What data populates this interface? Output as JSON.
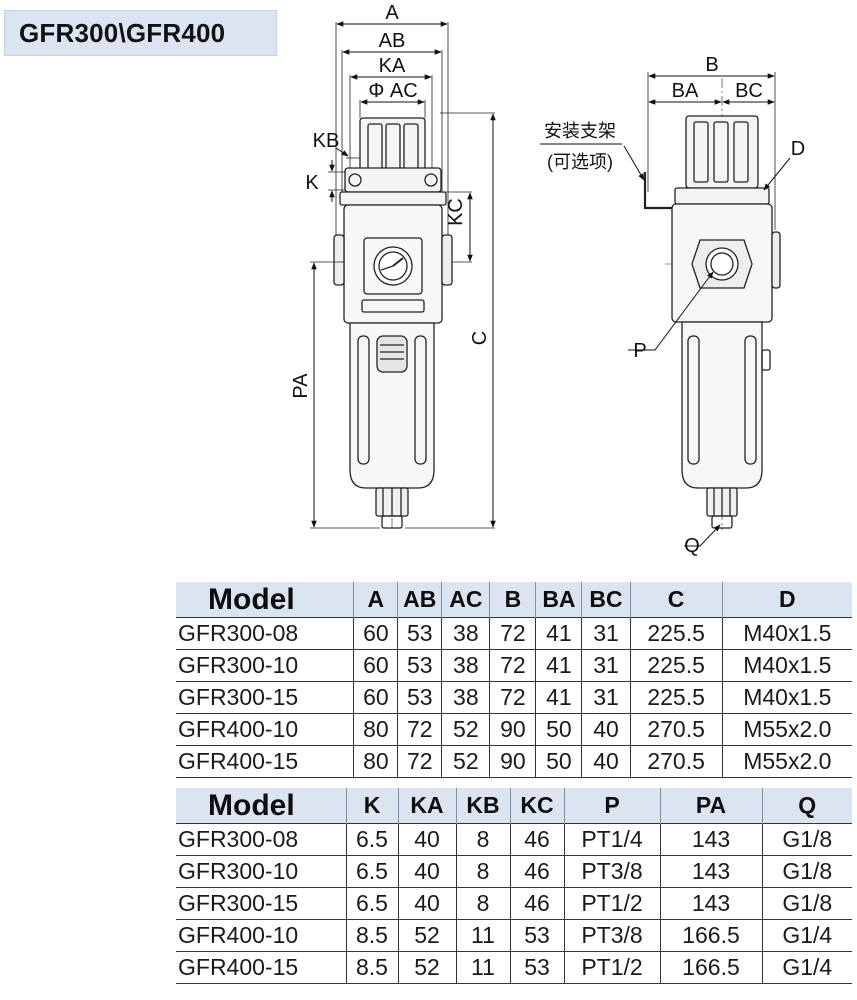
{
  "title": "GFR300\\GFR400",
  "diagram": {
    "front_labels": [
      "A",
      "AB",
      "KA",
      "Φ AC",
      "KB",
      "K",
      "KC",
      "C",
      "PA"
    ],
    "side_labels": [
      "B",
      "BA",
      "BC",
      "D",
      "P",
      "Q"
    ],
    "bracket_note_line1": "安装支架",
    "bracket_note_line2": "(可选项)"
  },
  "table1": {
    "headers": [
      "Model",
      "A",
      "AB",
      "AC",
      "B",
      "BA",
      "BC",
      "C",
      "D"
    ],
    "rows": [
      [
        "GFR300-08",
        "60",
        "53",
        "38",
        "72",
        "41",
        "31",
        "225.5",
        "M40x1.5"
      ],
      [
        "GFR300-10",
        "60",
        "53",
        "38",
        "72",
        "41",
        "31",
        "225.5",
        "M40x1.5"
      ],
      [
        "GFR300-15",
        "60",
        "53",
        "38",
        "72",
        "41",
        "31",
        "225.5",
        "M40x1.5"
      ],
      [
        "GFR400-10",
        "80",
        "72",
        "52",
        "90",
        "50",
        "40",
        "270.5",
        "M55x2.0"
      ],
      [
        "GFR400-15",
        "80",
        "72",
        "52",
        "90",
        "50",
        "40",
        "270.5",
        "M55x2.0"
      ]
    ]
  },
  "table2": {
    "headers": [
      "Model",
      "K",
      "KA",
      "KB",
      "KC",
      "P",
      "PA",
      "Q"
    ],
    "rows": [
      [
        "GFR300-08",
        "6.5",
        "40",
        "8",
        "46",
        "PT1/4",
        "143",
        "G1/8"
      ],
      [
        "GFR300-10",
        "6.5",
        "40",
        "8",
        "46",
        "PT3/8",
        "143",
        "G1/8"
      ],
      [
        "GFR300-15",
        "6.5",
        "40",
        "8",
        "46",
        "PT1/2",
        "143",
        "G1/8"
      ],
      [
        "GFR400-10",
        "8.5",
        "52",
        "11",
        "53",
        "PT3/8",
        "166.5",
        "G1/4"
      ],
      [
        "GFR400-15",
        "8.5",
        "52",
        "11",
        "53",
        "PT1/2",
        "166.5",
        "G1/4"
      ]
    ]
  }
}
